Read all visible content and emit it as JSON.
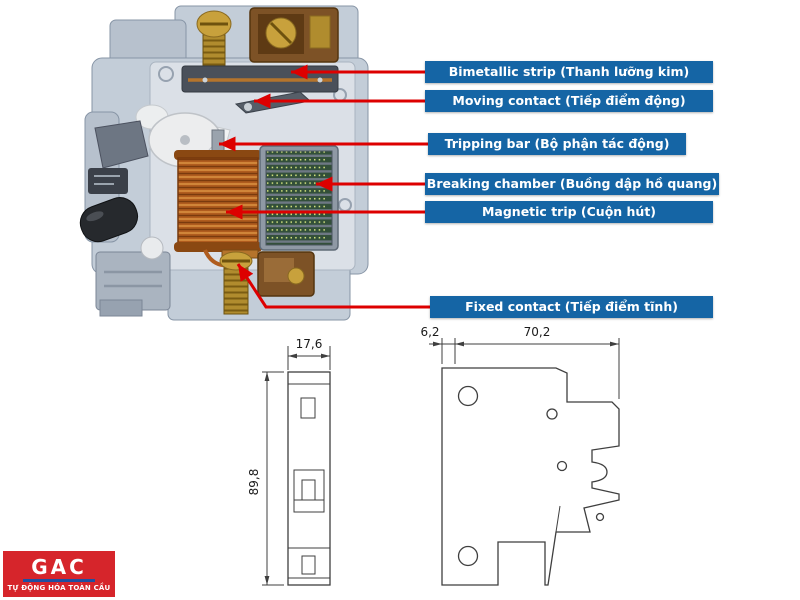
{
  "colors": {
    "label_background": "#1565a5",
    "label_text": "#ffffff",
    "arrow": "#dd0000",
    "drawing_lines": "#3f3f3f",
    "logo_background": "#d6252b",
    "logo_underline": "#1e4fa0"
  },
  "labels": [
    {
      "text": "Bimetallic strip (Thanh lưỡng kim)"
    },
    {
      "text": "Moving contact (Tiếp điểm động)"
    },
    {
      "text": "Tripping bar (Bộ phận tác động)"
    },
    {
      "text": "Breaking chamber (Buồng dập hồ quang)"
    },
    {
      "text": "Magnetic trip (Cuộn hút)"
    },
    {
      "text": "Fixed contact (Tiếp điểm tĩnh)"
    }
  ],
  "dimensions": {
    "side_view": {
      "width": "17,6",
      "height": "89,8"
    },
    "profile_view": {
      "offset": "6,2",
      "depth": "70,2"
    }
  },
  "logo": {
    "name": "GAC",
    "tagline": "TỰ ĐỘNG HÓA TOÀN CẦU"
  }
}
